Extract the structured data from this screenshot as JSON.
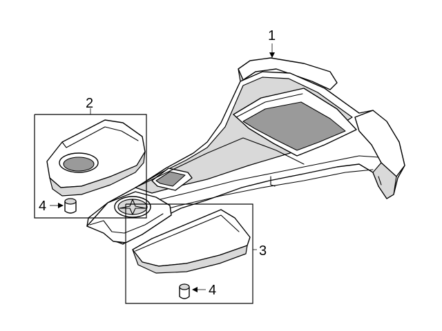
{
  "callouts": {
    "c1": "1",
    "c2": "2",
    "c3": "3",
    "c4a": "4",
    "c4b": "4"
  },
  "colors": {
    "line": "#000000",
    "fill": "#ffffff",
    "shade": "#d9d9d9",
    "dark_shade": "#9a9a9a"
  }
}
